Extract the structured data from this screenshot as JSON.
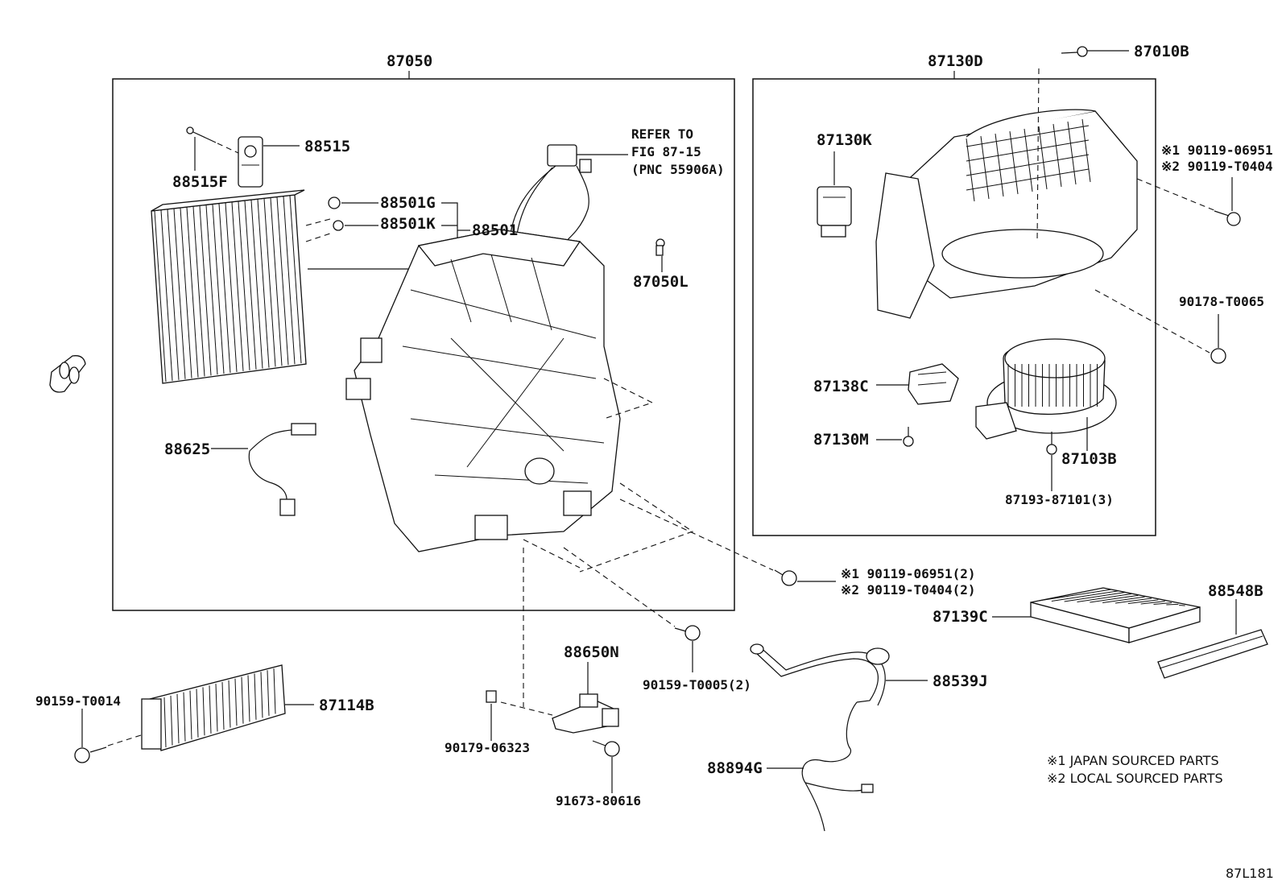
{
  "labels": {
    "assy_main": "87050",
    "assy_blower": "87130D",
    "p88515": "88515",
    "p88515F": "88515F",
    "p88501G": "88501G",
    "p88501K": "88501K",
    "p88501": "88501",
    "refer_line1": "REFER TO",
    "refer_line2": "FIG 87-15",
    "refer_line3": "(PNC 55906A)",
    "p87050L": "87050L",
    "p88625": "88625",
    "p87130K": "87130K",
    "p87010B": "87010B",
    "p90119_a1": "※1 90119-06951",
    "p90119_a2": "※2 90119-T0404",
    "p90178": "90178-T0065",
    "p87138C": "87138C",
    "p87130M": "87130M",
    "p87103B": "87103B",
    "p87193": "87193-87101(3)",
    "p90119_b1": "※1 90119-06951(2)",
    "p90119_b2": "※2 90119-T0404(2)",
    "p88548B": "88548B",
    "p87139C": "87139C",
    "p88650N": "88650N",
    "p90159_T0005": "90159-T0005(2)",
    "p88539J": "88539J",
    "p90159_T0014": "90159-T0014",
    "p87114B": "87114B",
    "p90179": "90179-06323",
    "p88894G": "88894G",
    "p91673": "91673-80616",
    "note1": "※1 JAPAN SOURCED PARTS",
    "note2": "※2 LOCAL SOURCED PARTS",
    "fig_id": "87L181"
  }
}
